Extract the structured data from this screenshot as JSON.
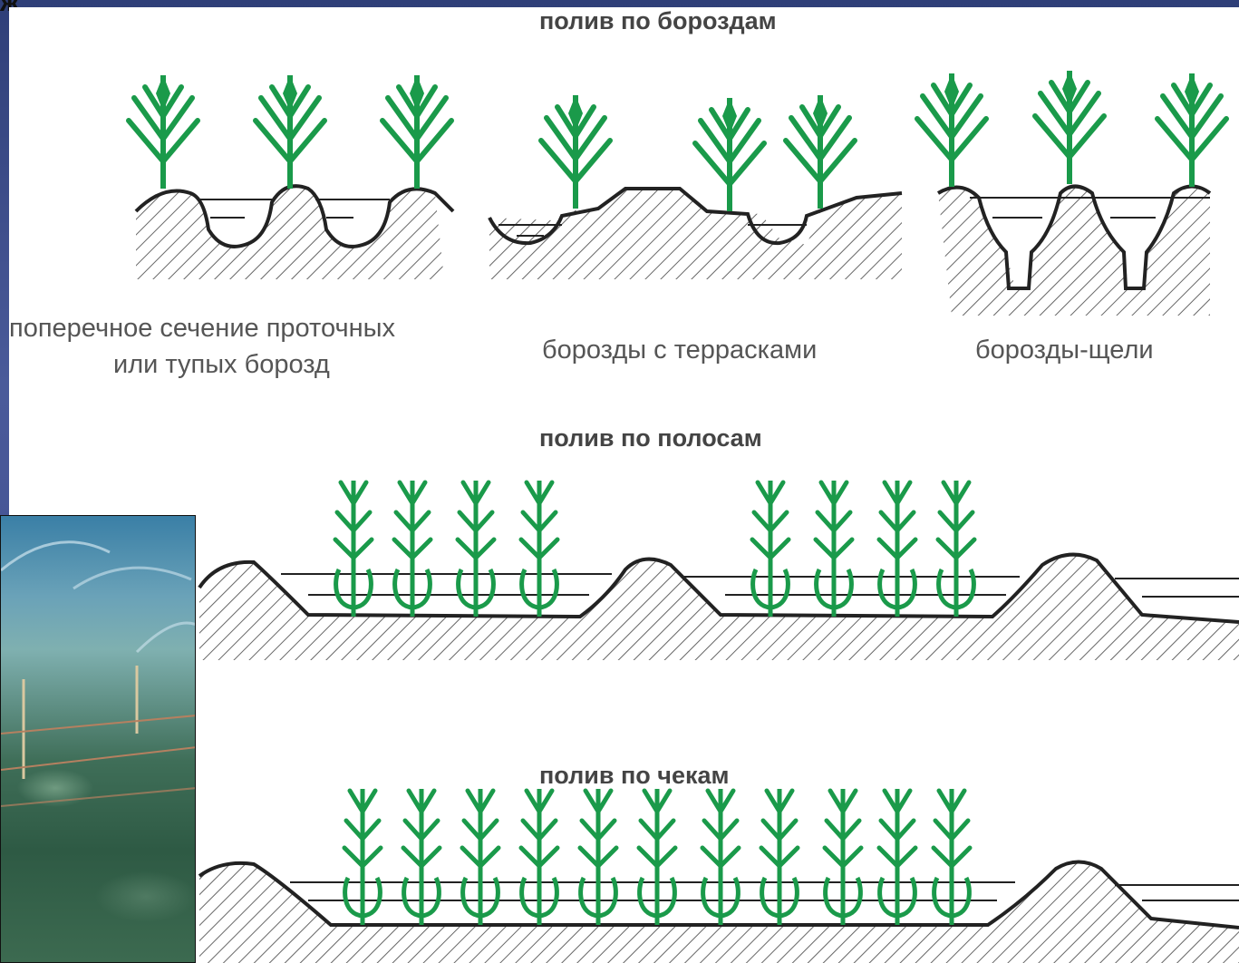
{
  "slide": {
    "title_fragment": "ж"
  },
  "diagram": {
    "section_headings": {
      "furrows": "полив по бороздам",
      "strips": "полив по полосам",
      "checks": "полив по чекам"
    },
    "furrow_labels": {
      "cross_section_line1": "поперечное сечение проточных",
      "cross_section_line2": "или тупых борозд",
      "terraced": "борозды с террасками",
      "slit": "борозды-щели"
    }
  },
  "colors": {
    "plant": "#1a9a4a",
    "line": "#222222",
    "hatch": "#555555",
    "background": "#3b4a8a"
  },
  "photo": {
    "subject": "sprinkler irrigation field photo"
  }
}
